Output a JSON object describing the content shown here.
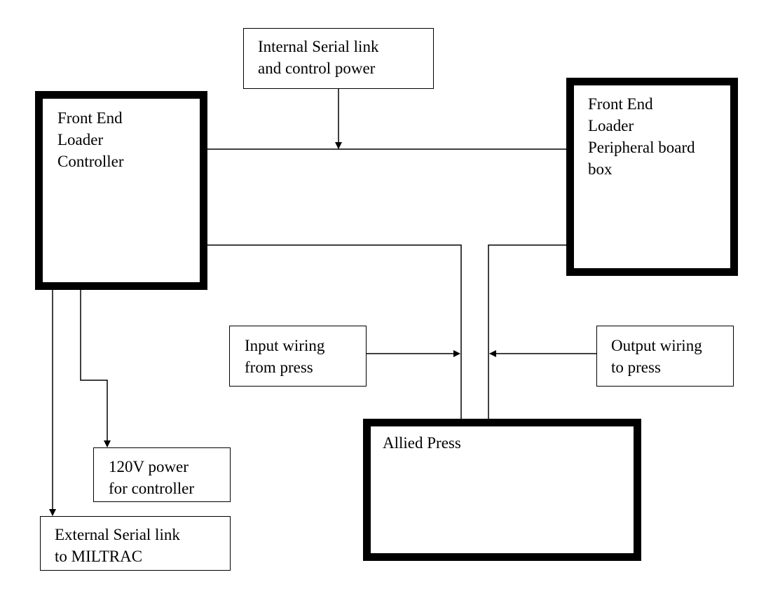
{
  "nodes": {
    "front_end_loader_controller": "Front End\nLoader\nController",
    "peripheral_board_box": "Front End\nLoader\nPeripheral board\nbox",
    "allied_press": "Allied Press",
    "internal_serial_link": "Internal Serial link\nand control power",
    "input_wiring": "Input wiring\nfrom press",
    "output_wiring": "Output wiring\nto press",
    "power_120v": "120V power\nfor controller",
    "external_serial_link": "External Serial link\nto MILTRAC"
  }
}
